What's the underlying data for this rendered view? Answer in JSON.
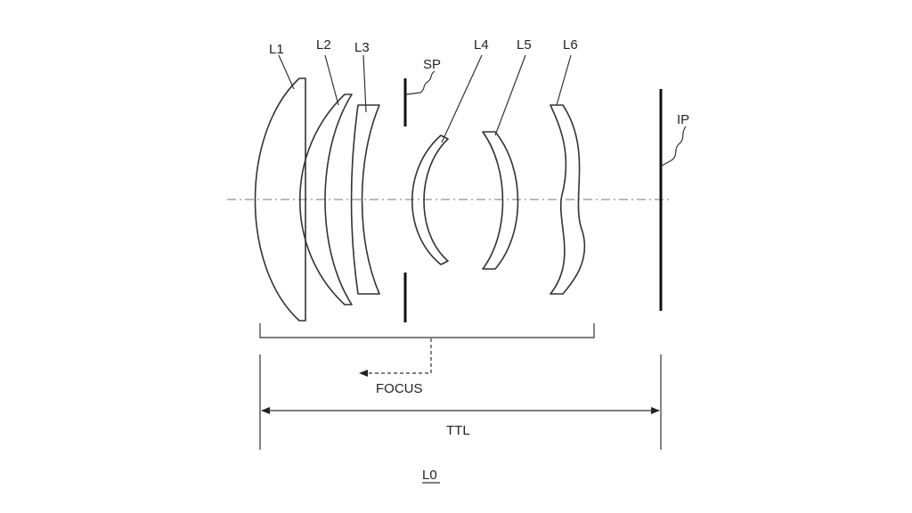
{
  "labels": {
    "l1": "L1",
    "l2": "L2",
    "l3": "L3",
    "l4": "L4",
    "l5": "L5",
    "l6": "L6",
    "sp": "SP",
    "ip": "IP",
    "focus": "FOCUS",
    "ttl": "TTL",
    "system": "L0"
  }
}
